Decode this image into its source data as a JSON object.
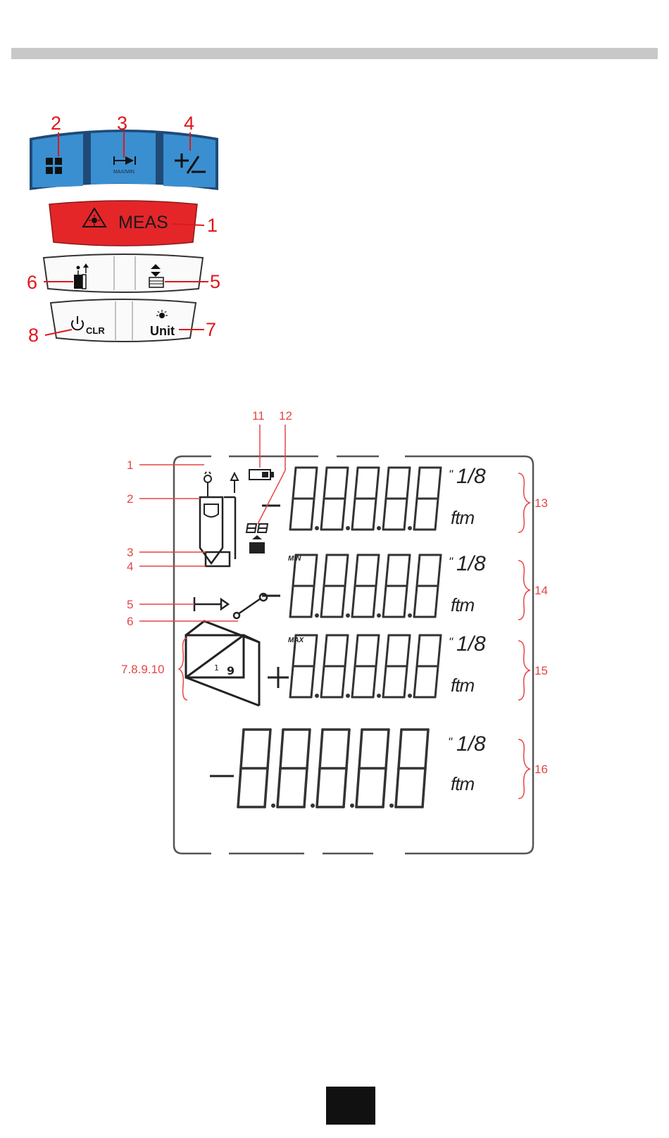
{
  "keypad": {
    "callouts": [
      "1",
      "2",
      "3",
      "4",
      "5",
      "6",
      "7",
      "8"
    ],
    "meas_label": "MEAS",
    "maxmin_label": "MAX/MIN",
    "clr_label": "CLR",
    "unit_label": "Unit"
  },
  "lcd": {
    "callouts": [
      "1",
      "2",
      "3",
      "4",
      "5",
      "6",
      "7.8.9.10",
      "11",
      "12",
      "13",
      "14",
      "15",
      "16"
    ],
    "min_label": "MIN",
    "max_label": "MAX",
    "unit_in": "\"",
    "unit_frac": "1/8",
    "unit_ft": "ftm"
  },
  "colors": {
    "callout_red": "#e0171b",
    "key_blue": "#3a8fd0",
    "key_red": "#e42629",
    "lcd_outline": "#555555"
  }
}
